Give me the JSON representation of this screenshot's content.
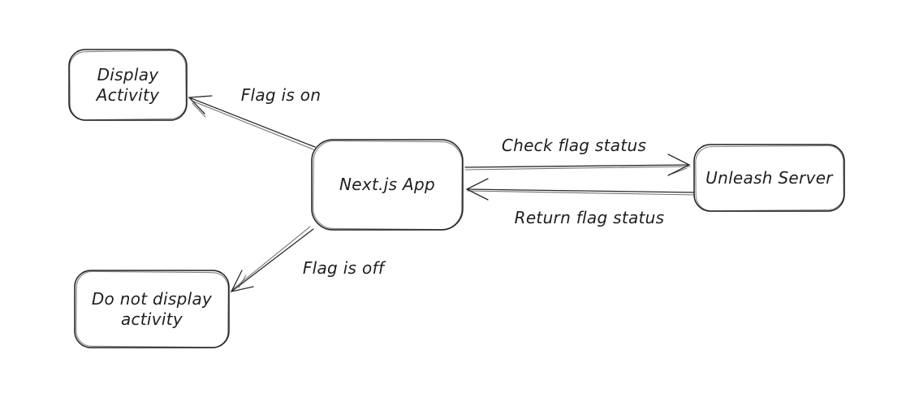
{
  "colors": {
    "background": "#ffffff",
    "stroke": "#1e1e1e",
    "text": "#1e1e1e"
  },
  "diagram": {
    "type": "flowchart",
    "style": "hand-drawn"
  },
  "nodes": {
    "display_activity": {
      "lines": [
        "Display",
        "Activity"
      ]
    },
    "nextjs_app": {
      "lines": [
        "Next.js App"
      ]
    },
    "unleash_server": {
      "lines": [
        "Unleash Server"
      ]
    },
    "no_display": {
      "lines": [
        "Do not display",
        "activity"
      ]
    }
  },
  "edges": {
    "flag_on": {
      "label": "Flag is on",
      "from": "Next.js App",
      "to": "Display Activity"
    },
    "check_status": {
      "label": "Check flag status",
      "from": "Next.js App",
      "to": "Unleash Server"
    },
    "return_status": {
      "label": "Return flag status",
      "from": "Unleash Server",
      "to": "Next.js App"
    },
    "flag_off": {
      "label": "Flag is off",
      "from": "Next.js App",
      "to": "Do not display activity"
    }
  }
}
